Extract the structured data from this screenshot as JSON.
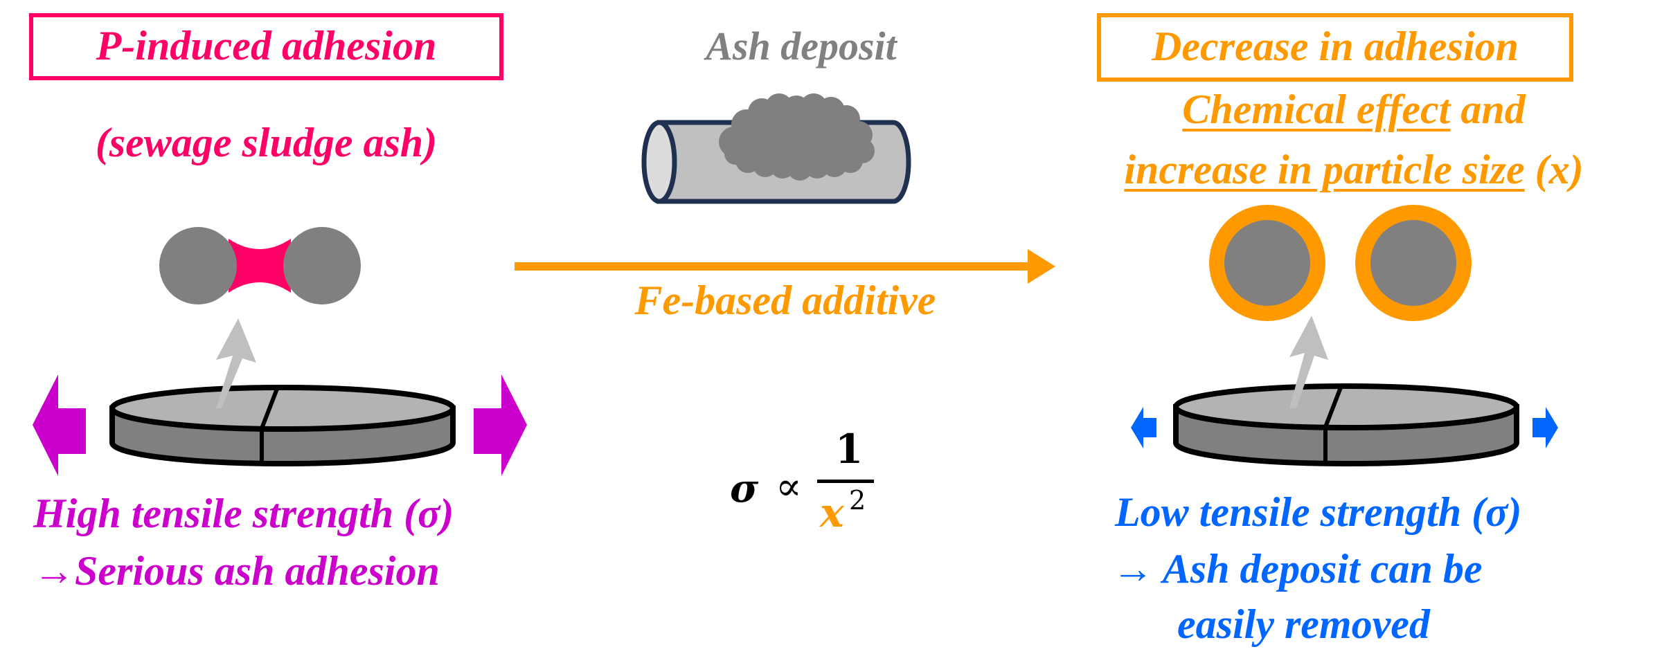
{
  "colors": {
    "pink": "#FF0066",
    "magenta": "#CC00CC",
    "orange": "#FF9900",
    "blue": "#0066FF",
    "gray_text": "#808080",
    "particle_gray": "#808080",
    "disk_top": "#B3B3B3",
    "disk_side": "#808080",
    "arrow_gray": "#BFBFBF",
    "tube_fill": "#C0C0C0",
    "tube_end": "#DCDCDC",
    "tube_stroke": "#1F3050"
  },
  "left": {
    "title": "P-induced adhesion",
    "subtitle": "(sewage sludge ash)",
    "strength_line": "High tensile strength (σ)",
    "result_arrow": "→",
    "result_text": "Serious ash adhesion"
  },
  "center": {
    "deposit_label": "Ash deposit",
    "arrow_label": "Fe-based additive",
    "formula": {
      "lhs": "σ",
      "relation": "∝",
      "numerator": "1",
      "denominator_var": "x",
      "denominator_exp": "2"
    }
  },
  "right": {
    "title": "Decrease in adhesion",
    "line1_underlined": "Chemical effect",
    "line1_rest": " and",
    "line2_underlined": "increase in particle size",
    "line2_rest": " (x)",
    "strength_line": "Low tensile strength (σ)",
    "result_arrow": "→",
    "result_text_1": "Ash deposit can be",
    "result_text_2": "easily removed"
  },
  "icons": {
    "tube": "tube-with-ash-deposit",
    "dumbbell": "particles-bonded-by-phosphorus",
    "coated": "particles-coated-by-fe",
    "pellet": "ash-pellet-disk",
    "stretch": "tension-arrows"
  }
}
